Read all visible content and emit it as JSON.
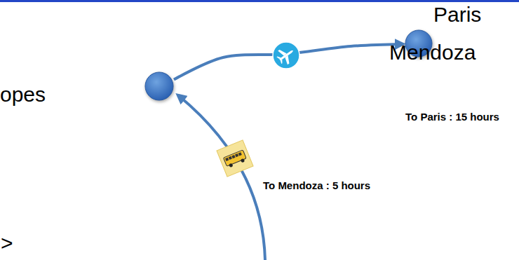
{
  "diagram": {
    "nodes": [
      {
        "text": [
          "Paris"
        ]
      },
      {
        "text": [
          "Mendoza"
        ]
      }
    ],
    "edges": [
      {
        "from": 1,
        "to": 0,
        "arrow": "to"
      }
    ],
    "labels": [
      "opes",
      "To Paris : 15 hours",
      "To Mendoza : 5 hours",
      ">"
    ]
  }
}
